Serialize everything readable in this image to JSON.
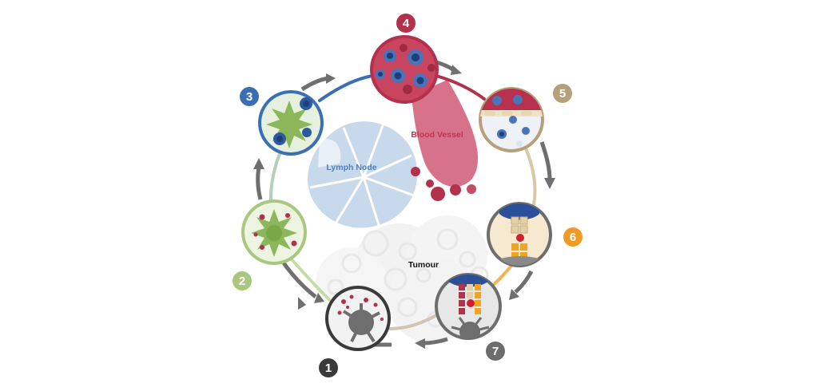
{
  "labels": {
    "lymph_node": "Lymph Node",
    "blood_vessel": "Blood Vessel",
    "tumour": "Tumour"
  },
  "steps": [
    {
      "number": "1",
      "color": "#3a3a3a"
    },
    {
      "number": "2",
      "color": "#a9c77e"
    },
    {
      "number": "3",
      "color": "#3b6fb3"
    },
    {
      "number": "4",
      "color": "#b2314c"
    },
    {
      "number": "5",
      "color": "#b5a07a"
    },
    {
      "number": "6",
      "color": "#f19a24"
    },
    {
      "number": "7",
      "color": "#6d6d6d"
    }
  ],
  "colors": {
    "lymph_node": "#c9d9ec",
    "lymph_label": "#4f7fb8",
    "blood_vessel": "#cf5b77",
    "blood_label": "#c0344f",
    "tumour_text": "#111111",
    "arrow": "#6f6f6f"
  }
}
